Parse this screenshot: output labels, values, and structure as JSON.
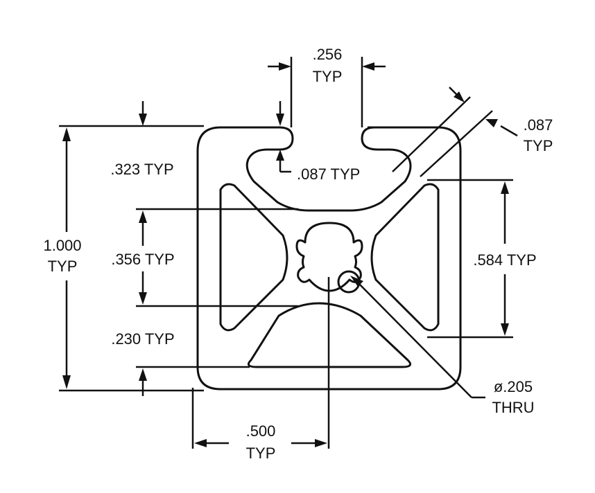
{
  "dimensions": {
    "top_slot_value": ".256",
    "top_slot_typ": "TYP",
    "corner_wall_value": ".087",
    "corner_wall_typ": "TYP",
    "slot_lip": ".087 TYP",
    "slot_depth": ".323 TYP",
    "inner_height": ".356 TYP",
    "bottom_wall": ".230 TYP",
    "overall_value": "1.000",
    "overall_typ": "TYP",
    "cavity_height": ".584 TYP",
    "center_value": ".500",
    "center_typ": "TYP",
    "hole_value": "ø.205",
    "hole_note": "THRU"
  },
  "colors": {
    "line": "#111111",
    "background": "#ffffff"
  }
}
